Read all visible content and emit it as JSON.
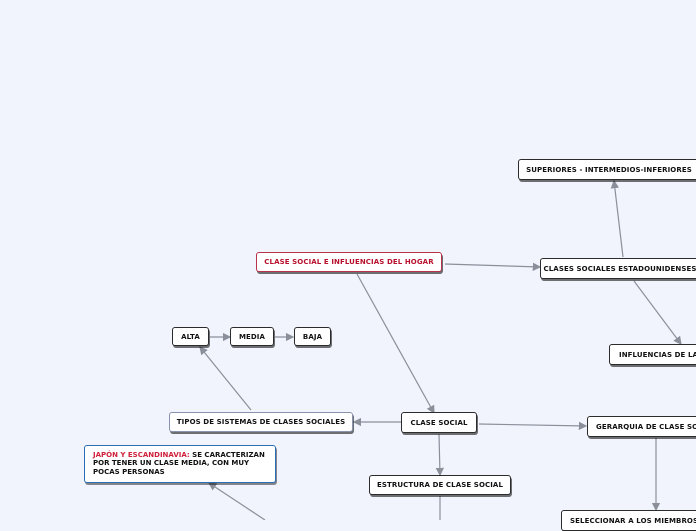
{
  "nodes": {
    "clase_social": "CLASE SOCIAL",
    "clase_social_hogar": "CLASE SOCIAL E INFLUENCIAS DEL HOGAR",
    "clases_estadounidenses": "CLASES SOCIALES ESTADOUNIDENSES",
    "superiores": "SUPERIORES - INTERMEDIOS-INFERIORES",
    "influencias": "INFLUENCIAS DE LA",
    "tipos_sistemas": "TIPOS DE SISTEMAS DE CLASES SOCIALES",
    "alta": "ALTA",
    "media": "MEDIA",
    "baja": "BAJA",
    "jerarquia": "GERARQUIA DE CLASE SO",
    "estructura": "ESTRUCTURA DE CLASE SOCIAL",
    "seleccionar": "SELECCIONAR A LOS MIEMBROS",
    "japon_highlight": "JAPÓN Y ESCANDINAVIA:",
    "japon_text": " SE CARACTERIZAN POR TENER UN CLASE MEDIA, CON MUY POCAS PERSONAS"
  },
  "colors": {
    "background": "#f1f4fd",
    "connector": "#8a8f9a",
    "red_accent": "#b8102c",
    "blue_border": "#2a6fb5"
  }
}
